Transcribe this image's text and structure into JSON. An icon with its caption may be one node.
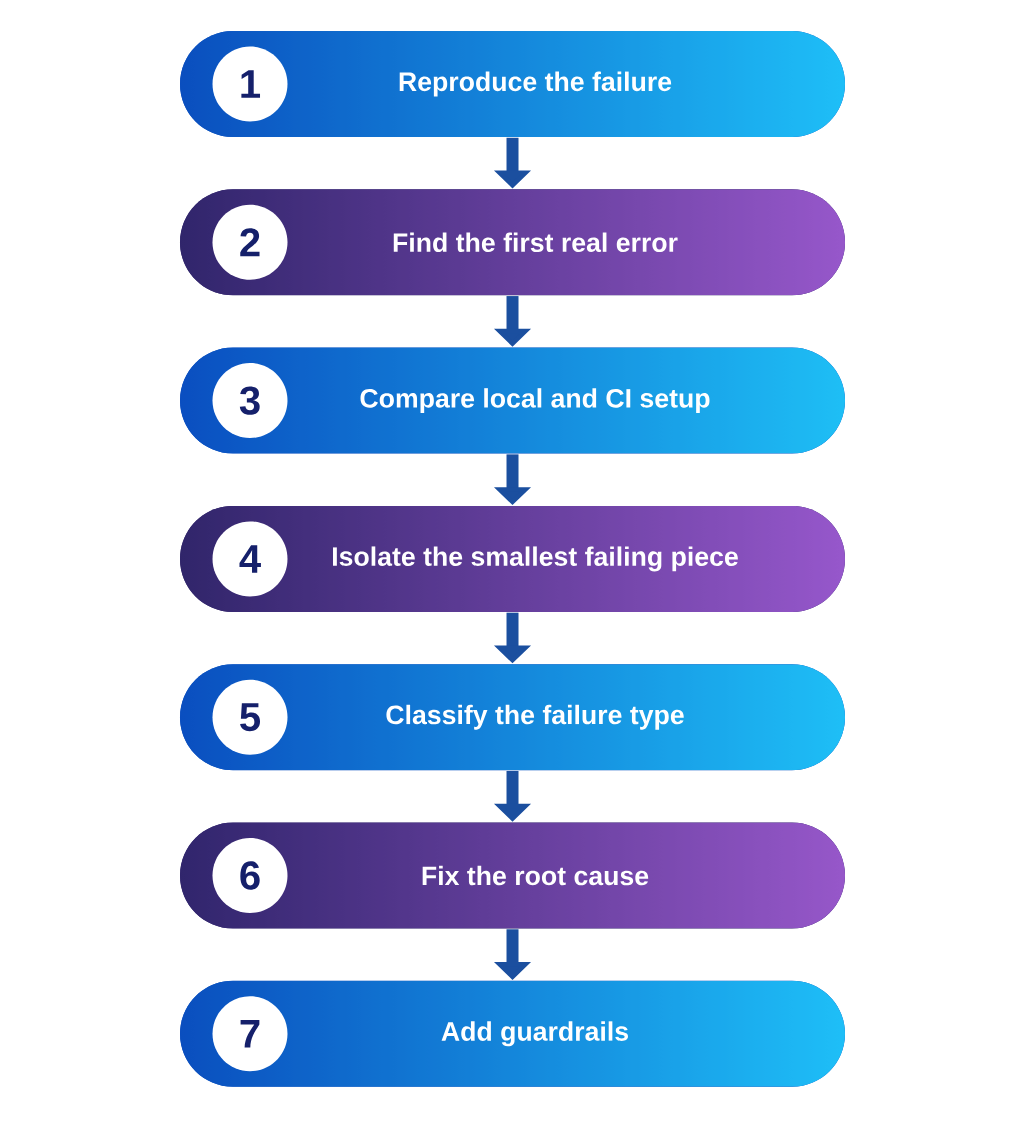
{
  "diagram": {
    "nodes": [
      {
        "text": [
          "1",
          "Reproduce the failure"
        ]
      },
      {
        "text": [
          "2",
          "Find the first real error"
        ]
      },
      {
        "text": [
          "3",
          "Compare local and CI setup"
        ]
      },
      {
        "text": [
          "4",
          "Isolate the smallest failing piece"
        ]
      },
      {
        "text": [
          "5",
          "Classify the failure type"
        ]
      },
      {
        "text": [
          "6",
          "Fix the root cause"
        ]
      },
      {
        "text": [
          "7",
          "Add guardrails"
        ]
      }
    ],
    "edges": [
      {
        "from": 0,
        "to": 1,
        "arrow": "to"
      },
      {
        "from": 1,
        "to": 2,
        "arrow": "to"
      },
      {
        "from": 2,
        "to": 3,
        "arrow": "to"
      },
      {
        "from": 3,
        "to": 4,
        "arrow": "to"
      },
      {
        "from": 4,
        "to": 5,
        "arrow": "to"
      },
      {
        "from": 5,
        "to": 6,
        "arrow": "to"
      }
    ]
  }
}
